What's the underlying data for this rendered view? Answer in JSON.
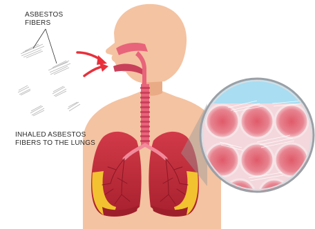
{
  "labels": {
    "fibers_line1": "ASBESTOS",
    "fibers_line2": "FIBERS",
    "inhaled_line1": "INHALED ASBESTOS",
    "inhaled_line2": "FIBERS TO THE LUNGS"
  },
  "colors": {
    "skin": "#f4c3a2",
    "skin_shadow": "#e9ab86",
    "airway": "#e8647a",
    "airway_dark": "#c9405a",
    "lung": "#c8323f",
    "lung_dark": "#9e1f2b",
    "fat": "#f2c230",
    "arrow": "#e8303b",
    "cell": "#e7838f",
    "cell_wall": "#f3d7dc",
    "magnifier_sky": "#a9ddf1"
  },
  "icons": [
    "fiber-cluster-icon",
    "inhale-arrow-icon",
    "magnifier-lens-icon"
  ]
}
